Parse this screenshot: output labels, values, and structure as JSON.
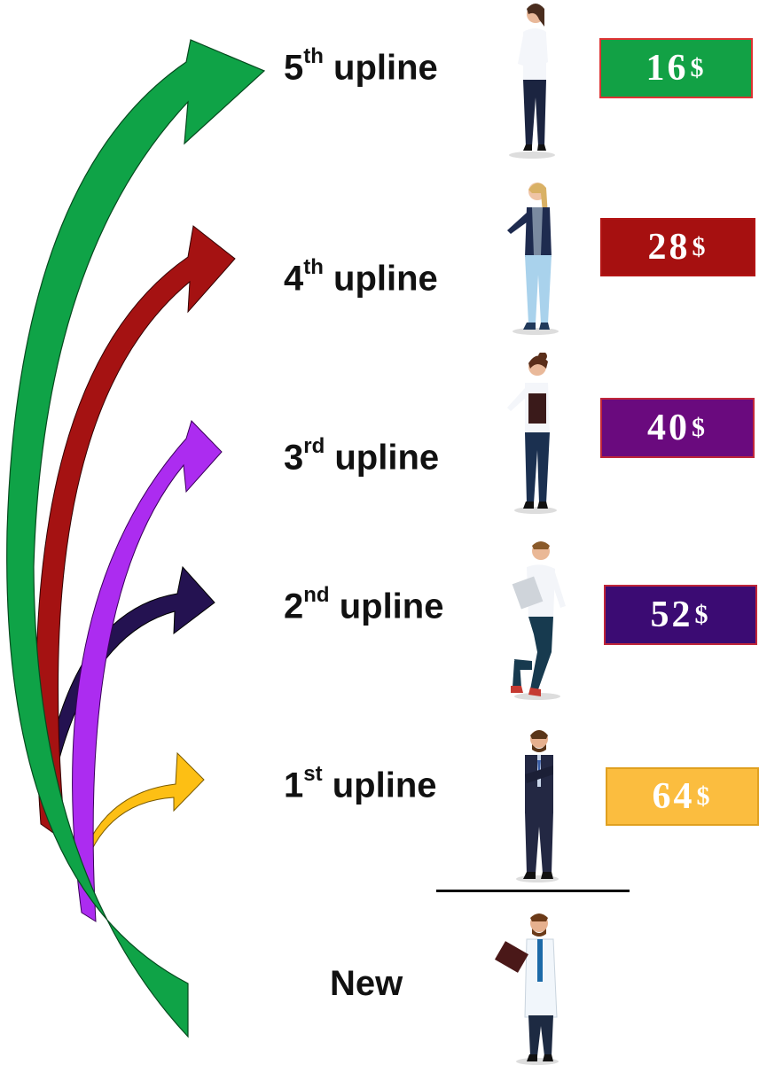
{
  "levels": [
    {
      "num": "5",
      "suffix": "th",
      "word": "upline",
      "amount": "16",
      "currency": "$",
      "color": "#12a145",
      "border": "#d33"
    },
    {
      "num": "4",
      "suffix": "th",
      "word": "upline",
      "amount": "28",
      "currency": "$",
      "color": "#a61010",
      "border": "#b31414"
    },
    {
      "num": "3",
      "suffix": "rd",
      "word": "upline",
      "amount": "40",
      "currency": "$",
      "color": "#6a0a7e",
      "border": "#c0263a"
    },
    {
      "num": "2",
      "suffix": "nd",
      "word": "upline",
      "amount": "52",
      "currency": "$",
      "color": "#3b0b73",
      "border": "#c0263a"
    },
    {
      "num": "1",
      "suffix": "st",
      "word": "upline",
      "amount": "64",
      "currency": "$",
      "color": "#fbbd3f",
      "border": "#e0a020"
    }
  ],
  "new_label": "New",
  "arrow_colors": {
    "green": "#0fa347",
    "red": "#a51212",
    "purple": "#ac2cf0",
    "navy": "#241251",
    "yellow": "#fdbf14"
  }
}
